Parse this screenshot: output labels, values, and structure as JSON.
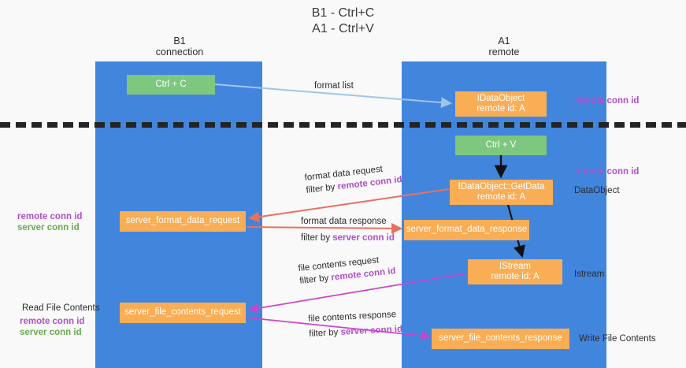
{
  "title": {
    "line1": "B1 - Ctrl+C",
    "line2": "A1 - Ctrl+V"
  },
  "columns": [
    {
      "name": "B1",
      "role": "connection"
    },
    {
      "name": "A1",
      "role": "remote"
    }
  ],
  "colors": {
    "column_fill": "#4285dd",
    "green_box": "#7ec77e",
    "orange_box": "#f9ad54",
    "purple_text": "#b04fc8",
    "green_text": "#6aa84f",
    "arrow_blue": "#9fc5e8",
    "arrow_red": "#e8705f",
    "arrow_magenta": "#cc44cc",
    "arrow_black": "#000000",
    "divider": "#242424",
    "background": "#f9f9f9"
  },
  "boxes": {
    "ctrl_c": "Ctrl + C",
    "idataobject": {
      "line1": "IDataObject",
      "line2": "remote id: A"
    },
    "ctrl_v": "Ctrl + V",
    "getdata": {
      "line1": "IDataObject::GetData",
      "line2": "remote id: A"
    },
    "server_format_data_request": "server_format_data_request",
    "server_format_data_response": "server_format_data_response",
    "istream": {
      "line1": "IStream",
      "line2": "remote id: A"
    },
    "server_file_contents_request": "server_file_contents_request",
    "server_file_contents_response": "server_file_contents_response"
  },
  "annotations": {
    "format_list": "format list",
    "remote_conn_id_top": "remote conn id",
    "remote_conn_id_mid": "remote conn id",
    "dataobject": "DataObject",
    "istream_label": "Istream",
    "write_file_contents": "Write File Contents",
    "read_file_contents": "Read File Contents",
    "left_legend_1": {
      "remote": "remote conn id",
      "server": "server conn id"
    },
    "left_legend_2": {
      "remote": "remote conn id",
      "server": "server conn id"
    },
    "format_data_request": {
      "line1": "format data request",
      "filter_prefix": "filter by ",
      "filter_key": "remote conn id"
    },
    "format_data_response": {
      "line1": "format data response",
      "filter_prefix": "filter by ",
      "filter_key": "server conn id"
    },
    "file_contents_request": {
      "line1": "file contents request",
      "filter_prefix": "filter by ",
      "filter_key": "remote conn id"
    },
    "file_contents_response": {
      "line1": "file contents response",
      "filter_prefix": "filter by ",
      "filter_key": "server conn id"
    }
  }
}
